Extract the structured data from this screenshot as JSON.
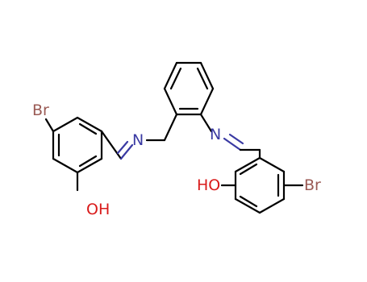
{
  "molecule": {
    "atoms": {
      "br_left": {
        "text": "Br",
        "color": "#9a5a54"
      },
      "oh_left": {
        "text": "OH",
        "color": "#d91a1a"
      },
      "n_left": {
        "text": "N",
        "color": "#3a3aa3"
      },
      "n_right": {
        "text": "N",
        "color": "#3a3aa3"
      },
      "ho_right": {
        "text": "HO",
        "color": "#d91a1a"
      },
      "br_right": {
        "text": "Br",
        "color": "#9a5a54"
      }
    },
    "colors": {
      "bond": "#000000",
      "nitrogen": "#3a3aa3",
      "oxygen": "#d91a1a",
      "bromine": "#9a5a54"
    }
  }
}
